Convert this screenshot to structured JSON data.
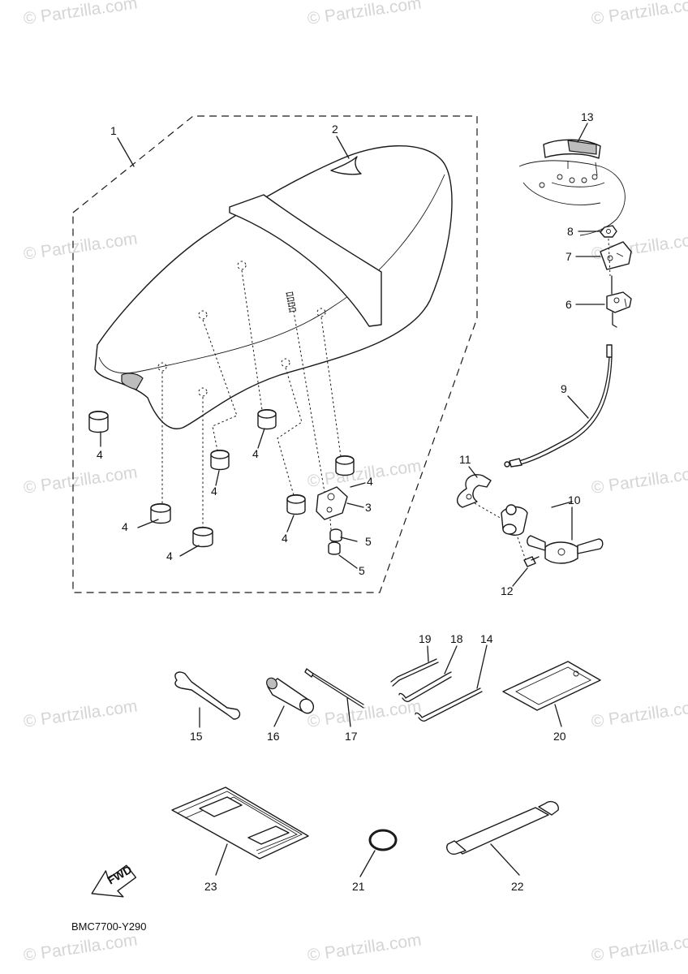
{
  "diagram": {
    "code": "BMC7700-Y290",
    "fwd_label": "FWD",
    "watermark": "© Partzilla.com",
    "callouts": [
      "1",
      "2",
      "3",
      "4",
      "4",
      "4",
      "4",
      "4",
      "4",
      "4",
      "5",
      "5",
      "6",
      "7",
      "8",
      "9",
      "10",
      "11",
      "12",
      "13",
      "14",
      "15",
      "16",
      "17",
      "18",
      "19",
      "20",
      "21",
      "22",
      "23"
    ]
  }
}
